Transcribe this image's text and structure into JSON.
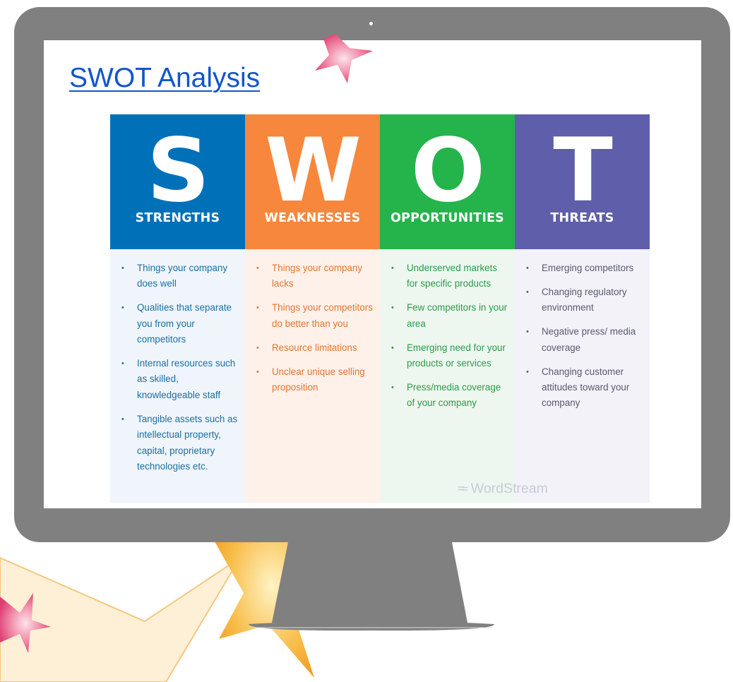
{
  "slide": {
    "title": "SWOT Analysis"
  },
  "swot": {
    "strengths": {
      "letter": "S",
      "heading": "STRENGTHS",
      "color": "#0071b9",
      "items": [
        "Things your company does well",
        "Qualities that separate you from your competitors",
        "Internal resources such as skilled, knowledgeable staff",
        "Tangible assets such as intellectual property, capital, proprietary technologies etc."
      ]
    },
    "weaknesses": {
      "letter": "W",
      "heading": "WEAKNESSES",
      "color": "#f6873c",
      "items": [
        "Things your company lacks",
        "Things your competitors do better than you",
        "Resource limitations",
        "Unclear unique selling proposition"
      ]
    },
    "opportunities": {
      "letter": "O",
      "heading": "OPPORTUNITIES",
      "color": "#25b34b",
      "items": [
        "Underserved markets for specific products",
        "Few competitors in your area",
        "Emerging need for your products or services",
        "Press/media coverage of your company"
      ]
    },
    "threats": {
      "letter": "T",
      "heading": "THREATS",
      "color": "#5e5eaa",
      "items": [
        "Emerging competitors",
        "Changing regulatory environment",
        "Negative press/ media coverage",
        "Changing customer attitudes toward your company"
      ]
    }
  },
  "brand": {
    "wordmark": "WordStream",
    "icon": "wordstream-wave-icon"
  },
  "colors": {
    "monitor": "#808080",
    "title_link": "#1155cc",
    "star_orange": "#f5a524",
    "star_pink": "#e0457b"
  }
}
